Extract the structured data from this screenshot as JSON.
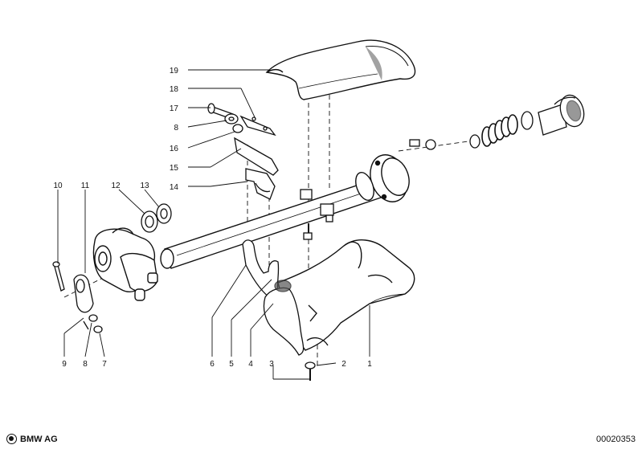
{
  "diagram": {
    "callouts": [
      {
        "id": "c1",
        "label": "1"
      },
      {
        "id": "c2",
        "label": "2"
      },
      {
        "id": "c3",
        "label": "3"
      },
      {
        "id": "c4",
        "label": "4"
      },
      {
        "id": "c5",
        "label": "5"
      },
      {
        "id": "c6",
        "label": "6"
      },
      {
        "id": "c7",
        "label": "7"
      },
      {
        "id": "c8a",
        "label": "8"
      },
      {
        "id": "c9",
        "label": "9"
      },
      {
        "id": "c10",
        "label": "10"
      },
      {
        "id": "c11",
        "label": "11"
      },
      {
        "id": "c12",
        "label": "12"
      },
      {
        "id": "c13",
        "label": "13"
      },
      {
        "id": "c14",
        "label": "14"
      },
      {
        "id": "c15",
        "label": "15"
      },
      {
        "id": "c16",
        "label": "16"
      },
      {
        "id": "c8b",
        "label": "8"
      },
      {
        "id": "c17",
        "label": "17"
      },
      {
        "id": "c18",
        "label": "18"
      },
      {
        "id": "c19",
        "label": "19"
      }
    ]
  },
  "footer": {
    "brand": "BMW AG",
    "doc_number": "00020353"
  },
  "colors": {
    "ink": "#111111",
    "paper": "#ffffff",
    "shade": "#555555"
  }
}
